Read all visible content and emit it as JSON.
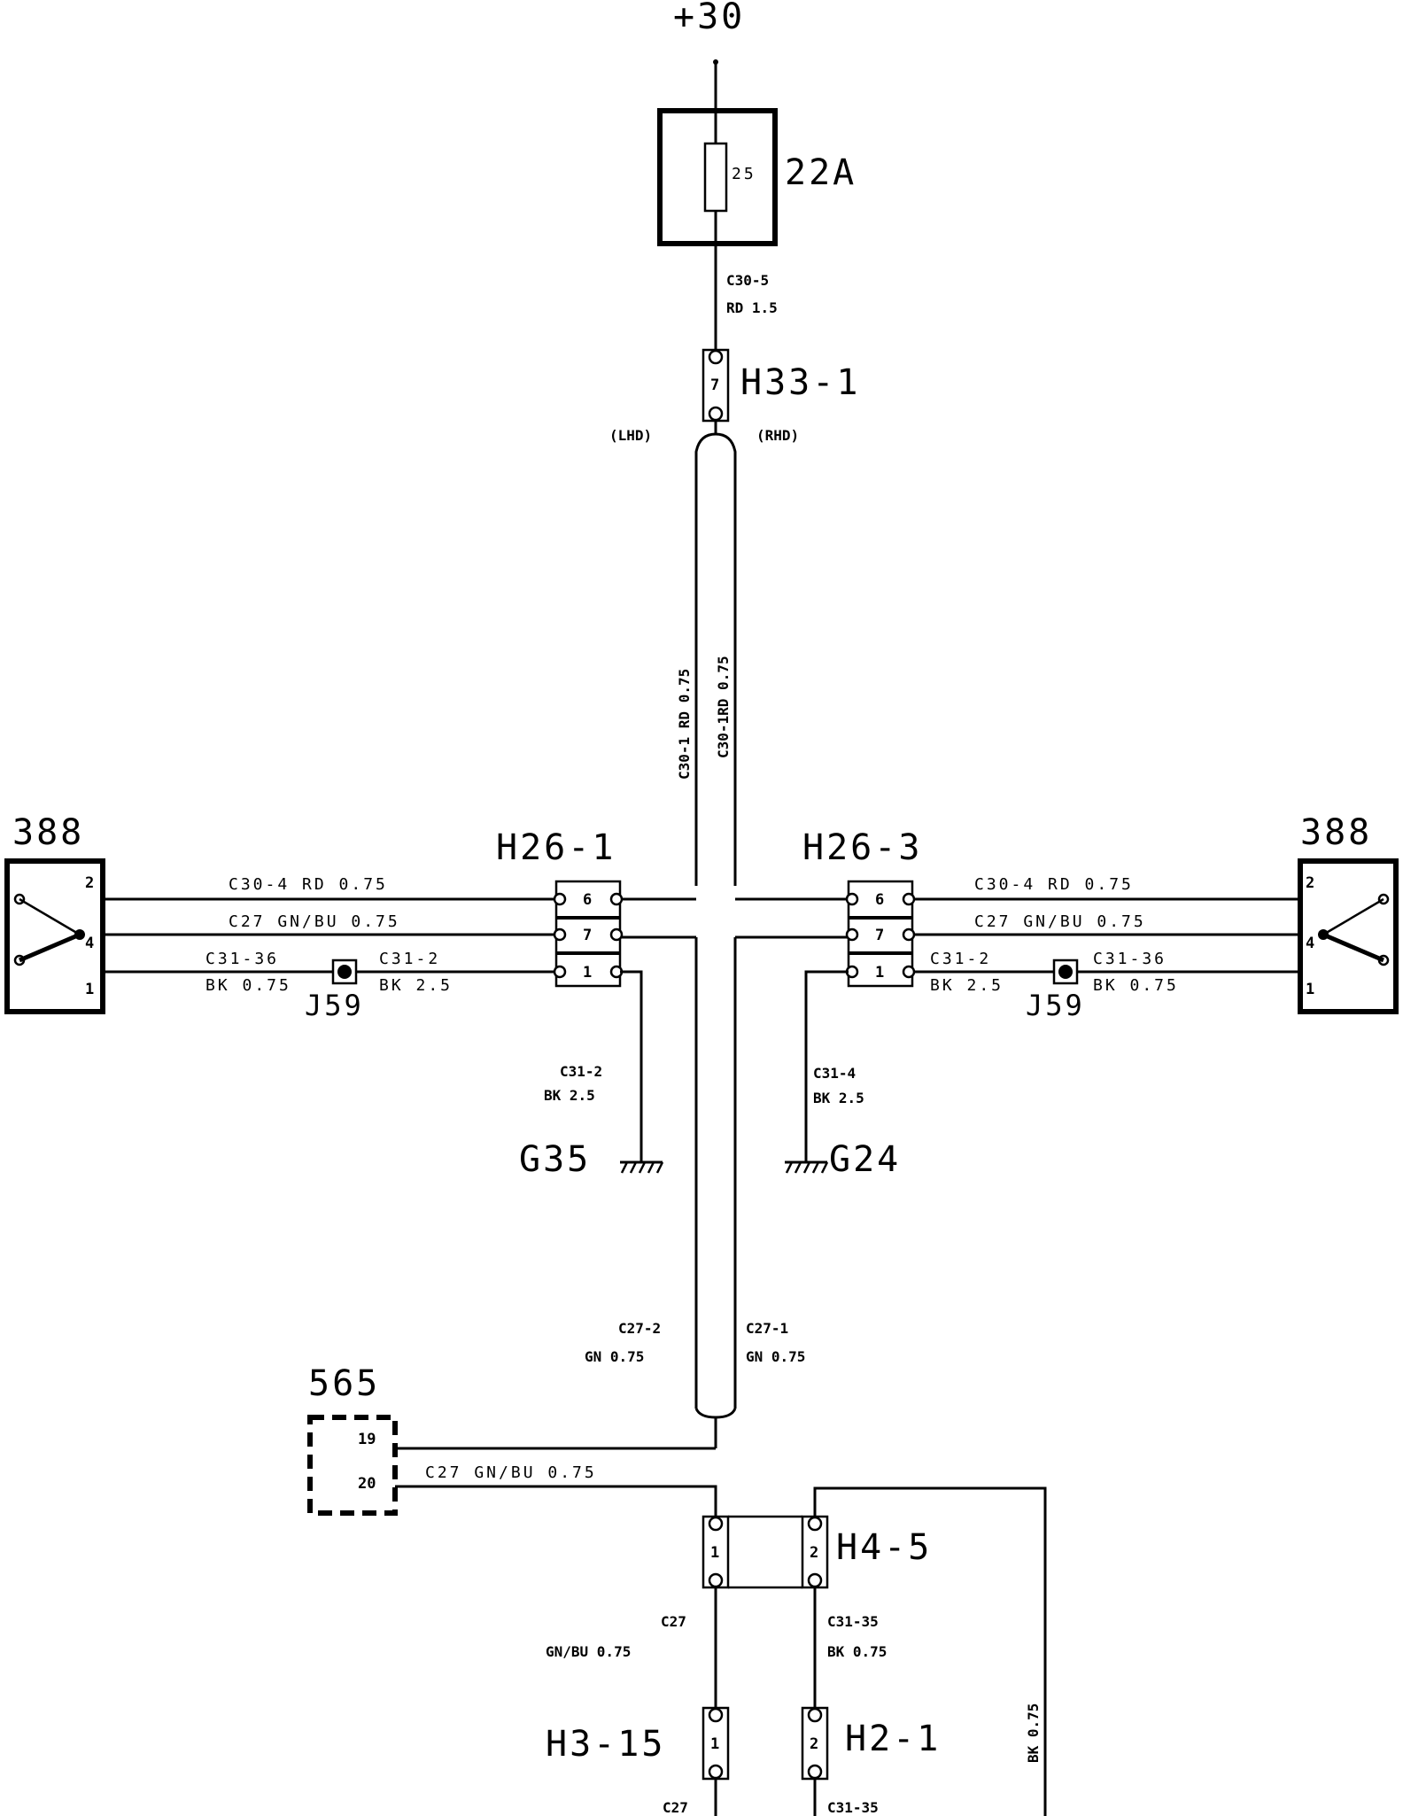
{
  "supply": {
    "label": "+30"
  },
  "fuse": {
    "label": "22A",
    "number": "25"
  },
  "wires": {
    "c30_5": {
      "id": "C30-5",
      "spec": "RD 1.5"
    },
    "c30_1": "C30-1 RD 0.75",
    "c30_1rd": "C30-1RD 0.75",
    "c30_4_left": "C30-4 RD 0.75",
    "c27_left": "C27 GN/BU 0.75",
    "c31_36_left": {
      "id": "C31-36",
      "spec": "BK 0.75"
    },
    "c31_2_left": {
      "id": "C31-2",
      "spec": "BK 2.5"
    },
    "c30_4_right": "C30-4 RD 0.75",
    "c27_right": "C27 GN/BU 0.75",
    "c31_2_right": {
      "id": "C31-2",
      "spec": "BK 2.5"
    },
    "c31_36_right": {
      "id": "C31-36",
      "spec": "BK 0.75"
    },
    "c31_2_g35": {
      "id": "C31-2",
      "spec": "BK 2.5"
    },
    "c31_4_g24": {
      "id": "C31-4",
      "spec": "BK 2.5"
    },
    "c27_2": {
      "id": "C27-2",
      "spec": "GN 0.75"
    },
    "c27_1": {
      "id": "C27-1",
      "spec": "GN 0.75"
    },
    "c27_565": "C27 GN/BU 0.75",
    "c27_h4": {
      "id": "C27",
      "spec": "GN/BU 0.75"
    },
    "c31_35": {
      "id": "C31-35",
      "spec": "BK 0.75"
    },
    "bk_right": "BK 0.75",
    "c27_bottom": "C27",
    "c31_35_bottom": "C31-35"
  },
  "connectors": {
    "h33_1": {
      "label": "H33-1",
      "pin": "7",
      "lhd": "(LHD)",
      "rhd": "(RHD)"
    },
    "h26_1": {
      "label": "H26-1",
      "pins": [
        "6",
        "7",
        "1"
      ]
    },
    "h26_3": {
      "label": "H26-3",
      "pins": [
        "6",
        "7",
        "1"
      ]
    },
    "h4_5": {
      "label": "H4-5",
      "pins": [
        "1",
        "2"
      ]
    },
    "h3_15": {
      "label": "H3-15",
      "pin": "1"
    },
    "h2_1": {
      "label": "H2-1",
      "pin": "2"
    }
  },
  "components": {
    "left_388": {
      "label": "388",
      "pins": [
        "2",
        "4",
        "1"
      ]
    },
    "right_388": {
      "label": "388",
      "pins": [
        "2",
        "4",
        "1"
      ]
    },
    "module_565": {
      "label": "565",
      "pins": [
        "19",
        "20"
      ]
    },
    "splice_left": "J59",
    "splice_right": "J59"
  },
  "grounds": {
    "g35": "G35",
    "g24": "G24"
  }
}
